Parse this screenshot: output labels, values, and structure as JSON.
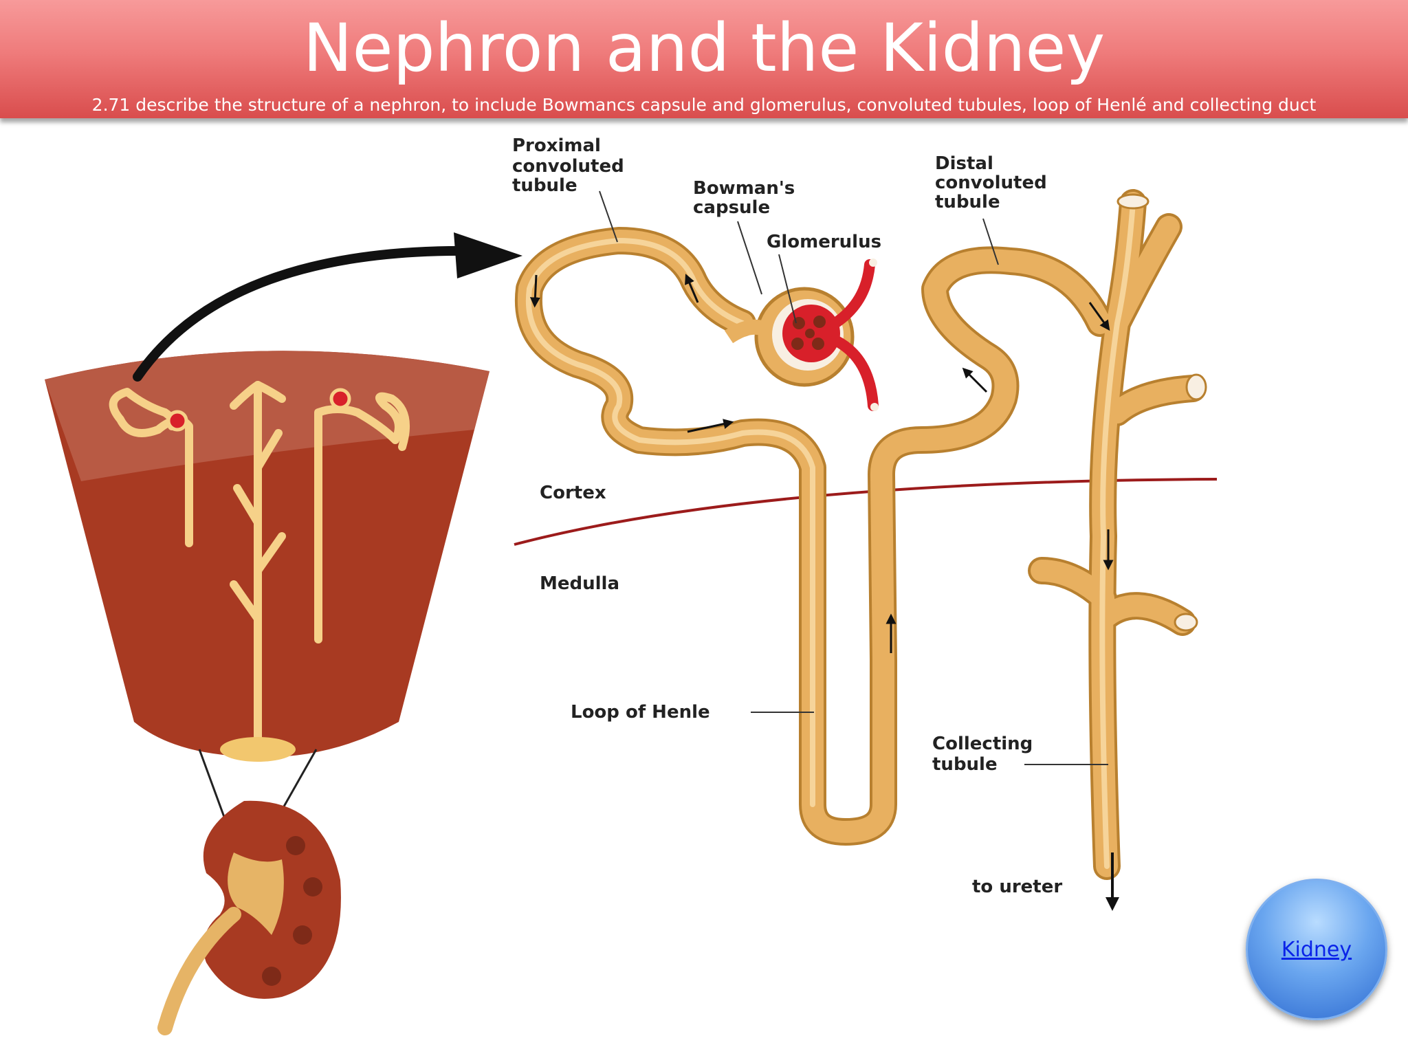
{
  "slide": {
    "title": "Nephron and the Kidney",
    "subtitle": "2.71 describe the structure of a nephron, to include Bowmancs capsule and glomerulus, convoluted tubules, loop of Henlé and collecting duct"
  },
  "labels": {
    "proximal": [
      "Proximal",
      "convoluted",
      "tubule"
    ],
    "bowman": [
      "Bowman's",
      "capsule"
    ],
    "glomerulus": "Glomerulus",
    "distal": [
      "Distal",
      "convoluted",
      "tubule"
    ],
    "cortex": "Cortex",
    "medulla": "Medulla",
    "loop": "Loop of Henle",
    "collecting": [
      "Collecting",
      "tubule"
    ],
    "ureter": "to ureter"
  },
  "link_button": {
    "label": "Kidney"
  },
  "colors": {
    "banner_top": "#f79a9a",
    "banner_bottom": "#d94d4d",
    "tubule": "#e8b060",
    "tubule_edge": "#b8802f",
    "kidney_tissue": "#a83a22",
    "cortex_tissue": "#b85a44",
    "blood": "#d8202a",
    "button": "#4d8fe6"
  }
}
